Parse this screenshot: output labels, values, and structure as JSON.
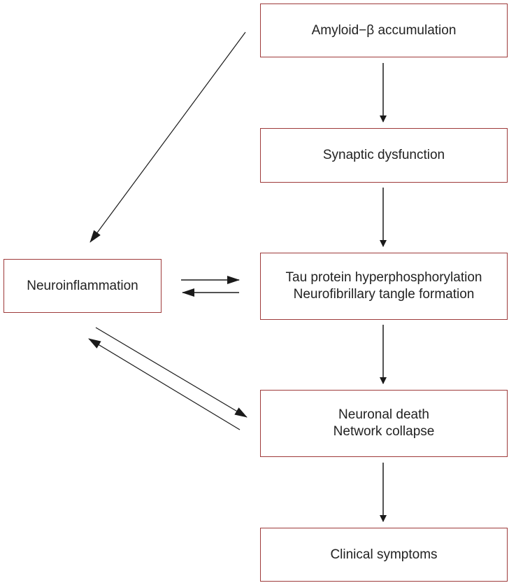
{
  "nodes": {
    "amyloid": {
      "label": "Amyloid−β accumulation"
    },
    "synaptic": {
      "label": "Synaptic dysfunction"
    },
    "tau": {
      "line1": "Tau protein hyperphosphorylation",
      "line2": "Neurofibrillary tangle formation"
    },
    "neuronal": {
      "line1": "Neuronal death",
      "line2": "Network collapse"
    },
    "clinical": {
      "label": "Clinical symptoms"
    },
    "neuroinflammation": {
      "label": "Neuroinflammation"
    }
  },
  "edges": [
    {
      "from": "amyloid",
      "to": "synaptic"
    },
    {
      "from": "synaptic",
      "to": "tau"
    },
    {
      "from": "tau",
      "to": "neuronal"
    },
    {
      "from": "neuronal",
      "to": "clinical"
    },
    {
      "from": "amyloid",
      "to": "neuroinflammation"
    },
    {
      "from": "neuroinflammation",
      "to": "tau"
    },
    {
      "from": "tau",
      "to": "neuroinflammation"
    },
    {
      "from": "neuroinflammation",
      "to": "neuronal"
    },
    {
      "from": "neuronal",
      "to": "neuroinflammation"
    }
  ],
  "colors": {
    "box_border": "#9e3a3a",
    "arrow": "#1a1a1a",
    "text": "#222222"
  }
}
